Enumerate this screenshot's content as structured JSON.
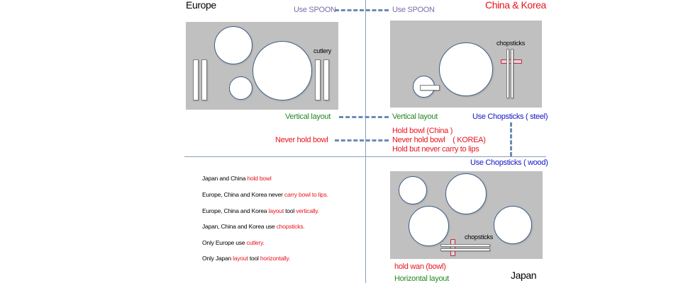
{
  "titles": {
    "europe": "Europe",
    "china_korea": "China & Korea",
    "japan": "Japan"
  },
  "spoon": {
    "left": "Use SPOON",
    "right": "Use SPOON"
  },
  "panel_labels": {
    "cutlery": "cutlery",
    "chopsticks_top": "chopsticks",
    "chopsticks_bottom": "chopsticks"
  },
  "layout": {
    "vertical_left": "Vertical layout",
    "vertical_right": "Vertical layout",
    "horizontal": "Horizontal layout"
  },
  "bowl": {
    "europe": "Never hold bowl",
    "china": "Hold bowl (China )",
    "korea": "Never hold bowl　( KOREA)",
    "lips": "Hold but never carry to lips",
    "japan": "hold wan (bowl)"
  },
  "chopsticks_type": {
    "steel": "Use Chopsticks ( steel)",
    "wood": "Use Chopsticks ( wood)"
  },
  "summary": [
    {
      "plain": "Japan and China ",
      "hl": "hold bowl"
    },
    {
      "plain": "Europe, China and Korea never ",
      "hl": "carry bowl to lips."
    },
    {
      "plain": "Europe, China and Korea ",
      "hl": "layout",
      "plain2": " tool ",
      "hl2": "vertically."
    },
    {
      "plain": "Japan, China and Korea use ",
      "hl": "chopsticks."
    },
    {
      "plain": "Only Europe use ",
      "hl": "cutlery."
    },
    {
      "plain": "Only Japan ",
      "hl": "layout",
      "plain2": " tool ",
      "hl2": "horizontally."
    }
  ],
  "colors": {
    "panel": "#c0c0c0",
    "plate_border": "#3e5f86",
    "connector": "#6b8bb3",
    "red": "#e8141d",
    "green": "#218a21",
    "blue": "#1414c8",
    "purple": "#7b6ea9"
  }
}
